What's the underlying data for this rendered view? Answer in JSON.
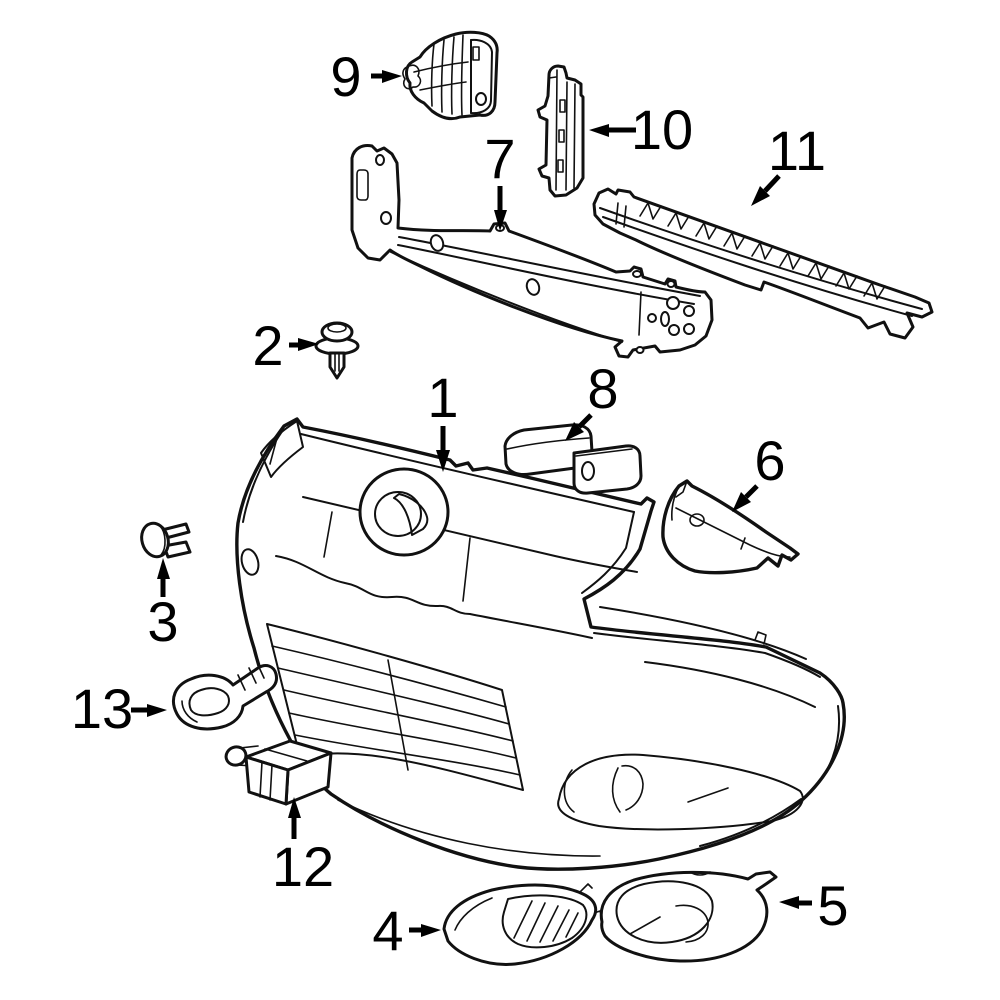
{
  "figure": {
    "background": "#ffffff",
    "line_color": "#111111",
    "highlight_color": "#3D60BE"
  },
  "callouts": [
    {
      "label": "1"
    },
    {
      "label": "2"
    },
    {
      "label": "3"
    },
    {
      "label": "4"
    },
    {
      "label": "5"
    },
    {
      "label": "6"
    },
    {
      "label": "7"
    },
    {
      "label": "8"
    },
    {
      "label": "9"
    },
    {
      "label": "10"
    },
    {
      "label": "11"
    },
    {
      "label": "12"
    },
    {
      "label": "13"
    }
  ]
}
